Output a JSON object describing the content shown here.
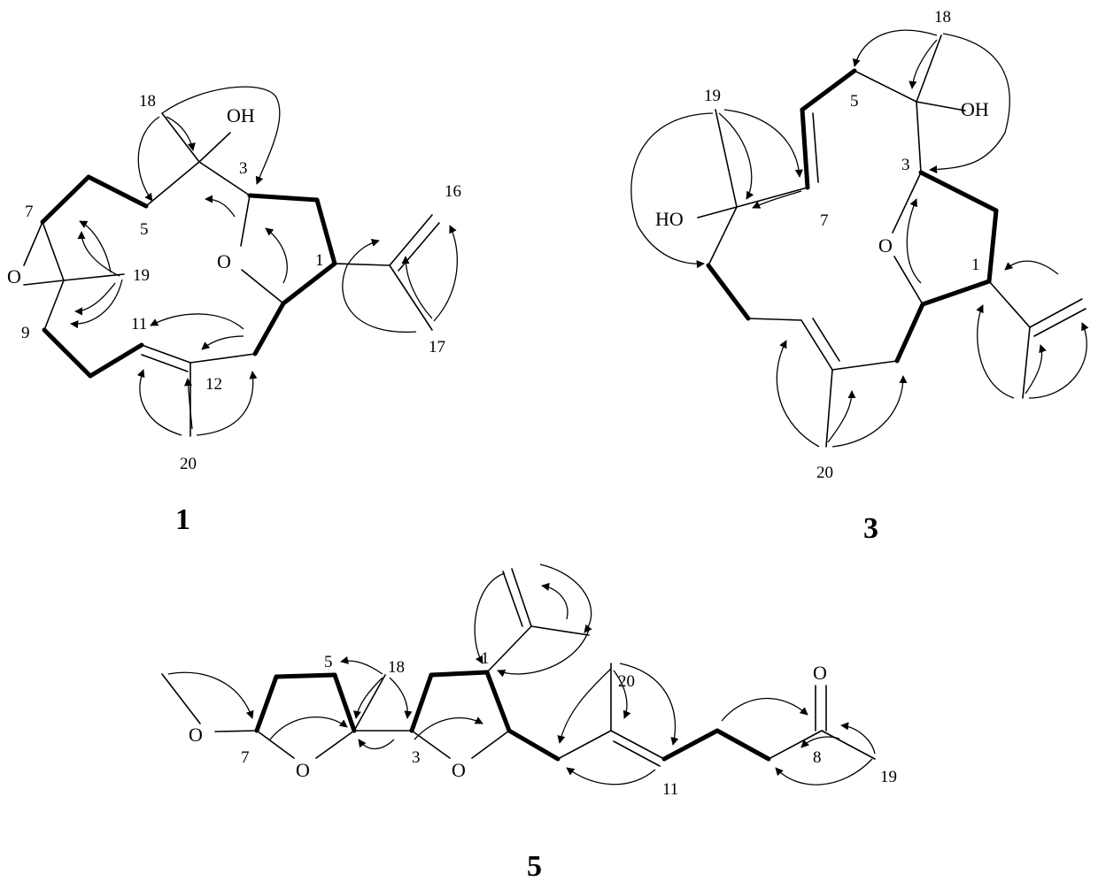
{
  "figure": {
    "compounds": [
      {
        "id": "compound-1",
        "label": "1",
        "atoms": [
          "OH",
          "O",
          "O"
        ],
        "numbers": [
          "18",
          "3",
          "16",
          "7",
          "5",
          "1",
          "19",
          "9",
          "11",
          "17",
          "12",
          "20"
        ]
      },
      {
        "id": "compound-3",
        "label": "3",
        "atoms": [
          "OH",
          "HO",
          "O"
        ],
        "numbers": [
          "18",
          "19",
          "5",
          "3",
          "7",
          "1",
          "20"
        ]
      },
      {
        "id": "compound-5",
        "label": "5",
        "atoms": [
          "O",
          "O",
          "O",
          "O"
        ],
        "numbers": [
          "5",
          "18",
          "1",
          "20",
          "7",
          "3",
          "8",
          "11",
          "19"
        ]
      }
    ]
  }
}
